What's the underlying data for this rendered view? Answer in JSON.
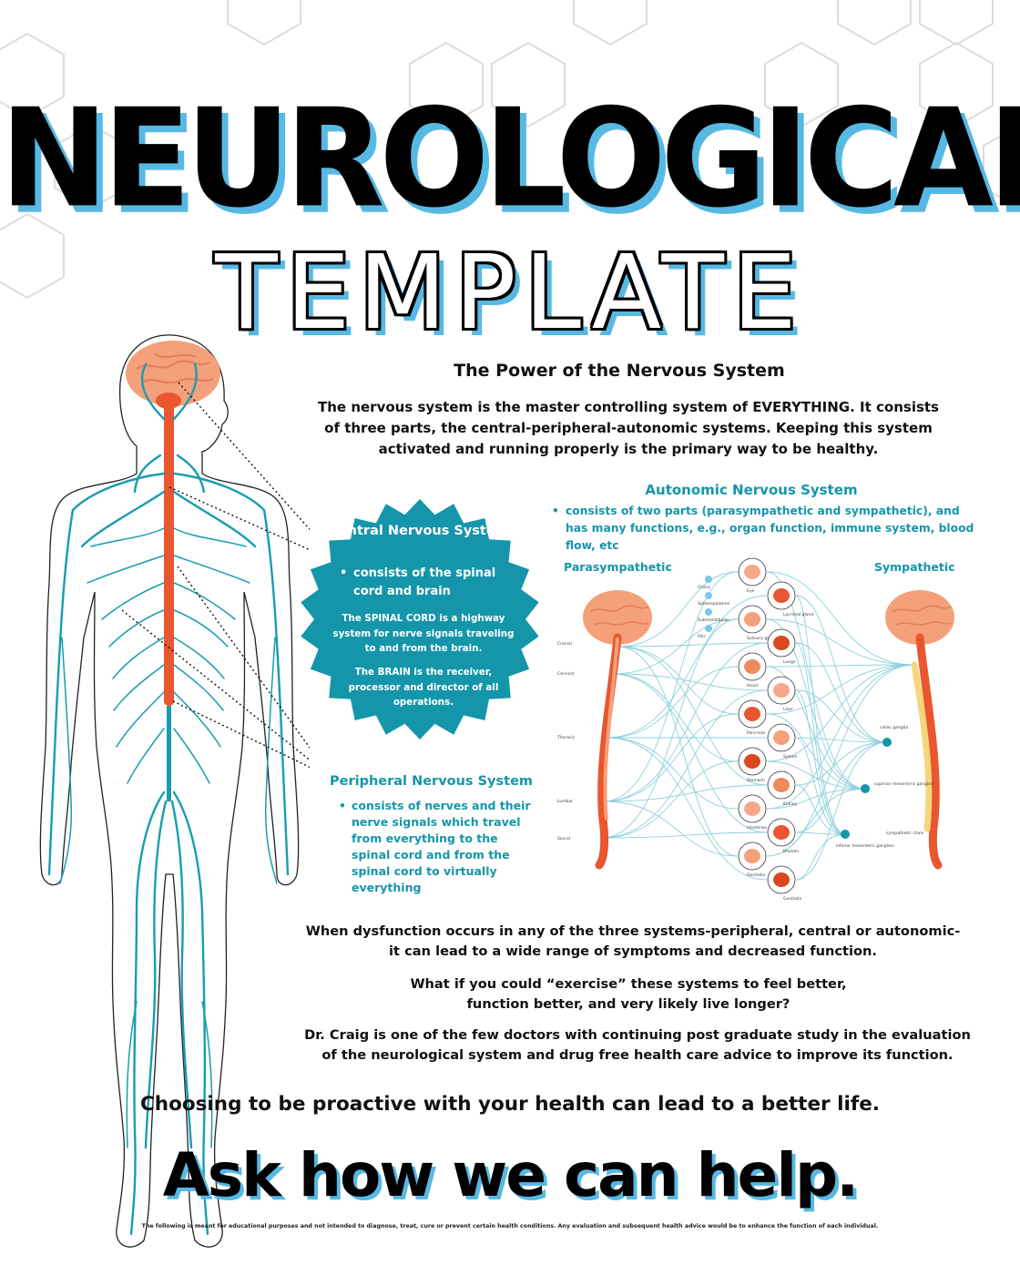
{
  "title": {
    "main": "NEUROLOGICAL",
    "sub": "TEMPLATE"
  },
  "heading": "The Power of the Nervous System",
  "intro": "The nervous system is the master controlling system of EVERYTHING. It consists of three parts, the central-peripheral-autonomic systems. Keeping this system activated and running properly is the primary way to be healthy.",
  "autonomic": {
    "title": "Autonomic Nervous System",
    "bullet": "consists of two parts (parasympathetic and sympathetic), and has many functions, e.g., organ function, immune system, blood flow, etc",
    "left_label": "Parasympathetic",
    "right_label": "Sympathetic",
    "spine_labels": [
      "Cranial",
      "Cervical",
      "Thoracic",
      "Lumbar",
      "Sacral"
    ],
    "small_ganglia": [
      "Ciliary",
      "Sphenopalatine",
      "Submandibular",
      "Otic"
    ],
    "organs": [
      "Eye",
      "Lacrimal gland",
      "Salivary glands",
      "Lungs",
      "Heart",
      "Liver",
      "Pancreas",
      "Spleen",
      "Stomach",
      "Kidney",
      "Intestines",
      "Bladder",
      "Genitalia",
      "Genitalia"
    ],
    "ganglia": [
      "celiac ganglia",
      "superior mesenteric ganglion",
      "inferior mesenteric ganglion",
      "sympathetic chain"
    ]
  },
  "central": {
    "title": "Central Nervous System",
    "bullet": "consists of the spinal cord and brain",
    "p1": "The SPINAL CORD is a highway system for nerve signals traveling to and from the brain.",
    "p2": "The BRAIN is the receiver, processor and director of all operations."
  },
  "peripheral": {
    "title": "Peripheral Nervous System",
    "bullet": "consists of nerves and their nerve signals which travel from everything to the spinal cord and from the spinal cord to virtually everything"
  },
  "body": {
    "p1": "When dysfunction occurs in any of the three systems-peripheral, central or autonomic- it can lead to a wide range of symptoms and decreased function.",
    "p2": "What if you could “exercise” these systems to feel better, function better, and very likely live longer?",
    "p3": "Dr. Craig is one of the few doctors with continuing post graduate study in the evaluation of the neurological system and drug free health care advice to improve its function."
  },
  "proactive": "Choosing to be proactive with your health can lead to a better life.",
  "cta": "Ask how we can help.",
  "disclaimer": "The following is meant for educational purposes and not intended to diagnose, treat, cure or prevent certain health conditions. Any evaluation and subsequent health advice would be to enhance the function of each individual.",
  "bullet_glyph": "•",
  "colors": {
    "accent_blue": "#56b9e4",
    "teal": "#1595aa",
    "nerve": "#1a9cb0",
    "spine_orange": "#e9562f",
    "brain": "#f4a07a"
  }
}
